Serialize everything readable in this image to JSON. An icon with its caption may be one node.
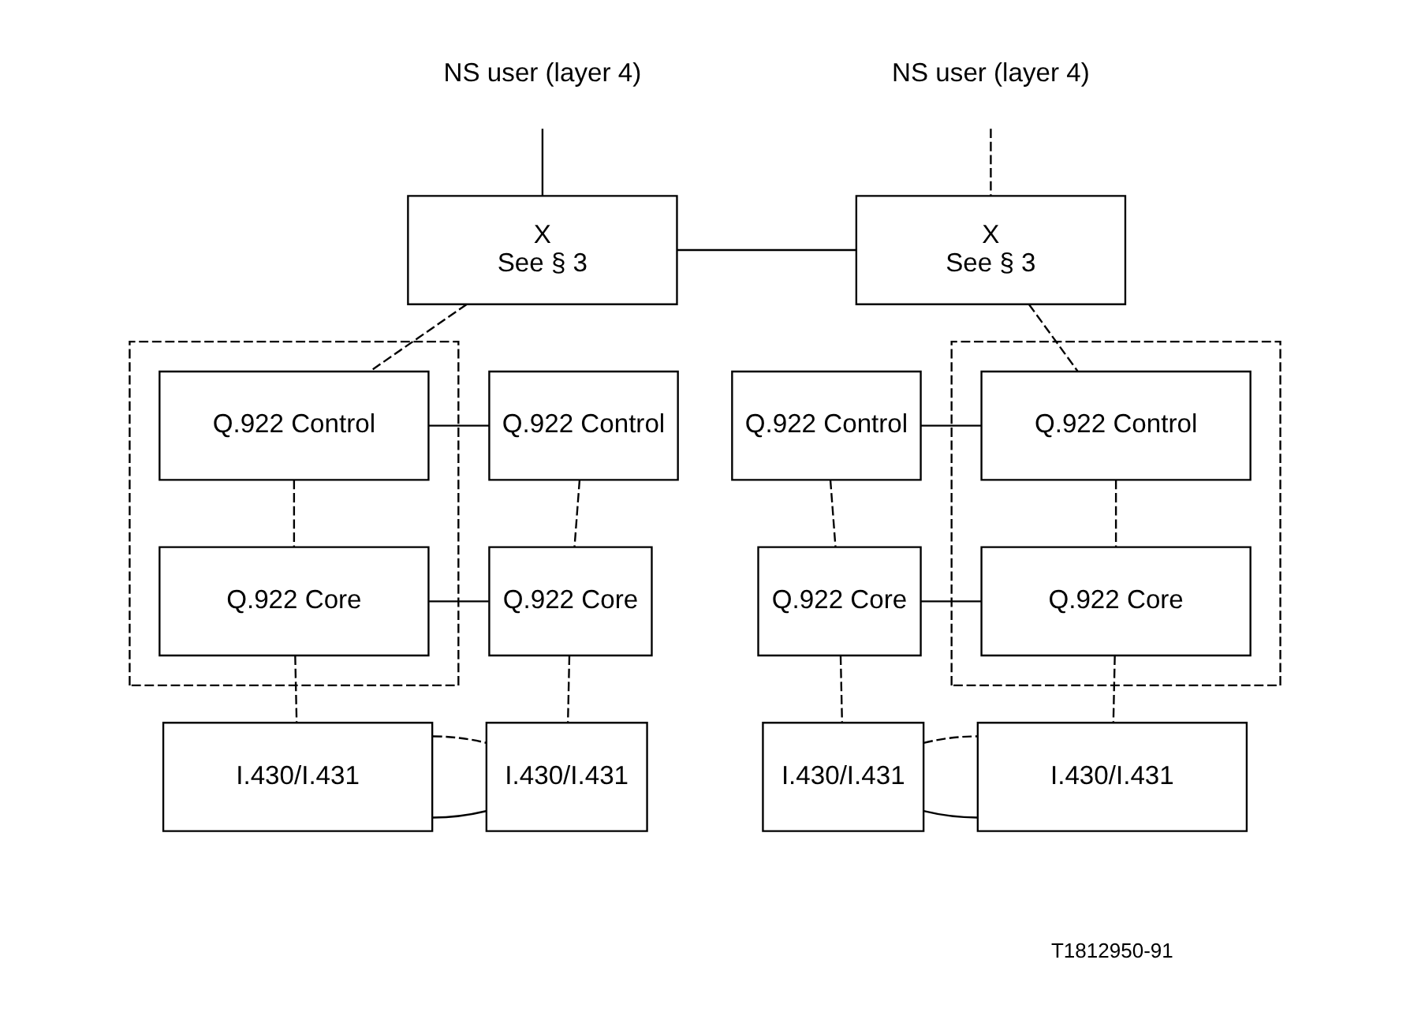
{
  "diagram": {
    "nodes": [
      {
        "text": [
          "NS user (layer 4)"
        ]
      },
      {
        "text": [
          "NS user (layer 4)"
        ]
      },
      {
        "text": [
          "X",
          "See § 3"
        ]
      },
      {
        "text": [
          "X",
          "See § 3"
        ]
      },
      {
        "text": [],
        "shape": "box"
      },
      {
        "text": [
          "Q.922 Control"
        ],
        "in": 4
      },
      {
        "text": [
          "Q.922 Core"
        ],
        "in": 4
      },
      {
        "text": [
          "Q.922 Control"
        ]
      },
      {
        "text": [
          "Q.922 Control"
        ]
      },
      {
        "text": [
          "Q.922 Core"
        ]
      },
      {
        "text": [
          "Q.922 Core"
        ]
      },
      {
        "text": [],
        "shape": "box"
      },
      {
        "text": [
          "Q.922 Control"
        ],
        "in": 11
      },
      {
        "text": [
          "Q.922 Core"
        ],
        "in": 11
      },
      {
        "text": [
          "I.430/I.431"
        ]
      },
      {
        "text": [
          "I.430/I.431"
        ]
      },
      {
        "text": [
          "I.430/I.431"
        ]
      },
      {
        "text": [
          "I.430/I.431"
        ]
      }
    ],
    "edges": [
      {
        "from": 0,
        "to": 2,
        "arrow": "none"
      },
      {
        "from": 1,
        "to": 3,
        "arrow": "none",
        "style": "dashed"
      },
      {
        "from": 2,
        "to": 3,
        "arrow": "none"
      },
      {
        "from": 2,
        "to": 5,
        "arrow": "none",
        "style": "dashed"
      },
      {
        "from": 3,
        "to": 12,
        "arrow": "none",
        "style": "dashed"
      },
      {
        "from": 5,
        "to": 7,
        "arrow": "none"
      },
      {
        "from": 8,
        "to": 12,
        "arrow": "none"
      },
      {
        "from": 5,
        "to": 6,
        "arrow": "none",
        "style": "dashed"
      },
      {
        "from": 7,
        "to": 9,
        "arrow": "none",
        "style": "dashed"
      },
      {
        "from": 8,
        "to": 10,
        "arrow": "none",
        "style": "dashed"
      },
      {
        "from": 12,
        "to": 13,
        "arrow": "none",
        "style": "dashed"
      },
      {
        "from": 6,
        "to": 9,
        "arrow": "none"
      },
      {
        "from": 10,
        "to": 13,
        "arrow": "none"
      },
      {
        "from": 6,
        "to": 14,
        "arrow": "none",
        "style": "dashed"
      },
      {
        "from": 9,
        "to": 15,
        "arrow": "none",
        "style": "dashed"
      },
      {
        "from": 10,
        "to": 16,
        "arrow": "none",
        "style": "dashed"
      },
      {
        "from": 13,
        "to": 17,
        "arrow": "none",
        "style": "dashed"
      },
      {
        "from": 14,
        "to": 15,
        "arrow": "none"
      },
      {
        "from": 16,
        "to": 17,
        "arrow": "none"
      },
      {
        "from": 14,
        "to": 15,
        "arrow": "none",
        "style": "dashed"
      },
      {
        "from": 16,
        "to": 17,
        "arrow": "none",
        "style": "dashed"
      }
    ],
    "labels": [
      "T1812950-91"
    ]
  }
}
